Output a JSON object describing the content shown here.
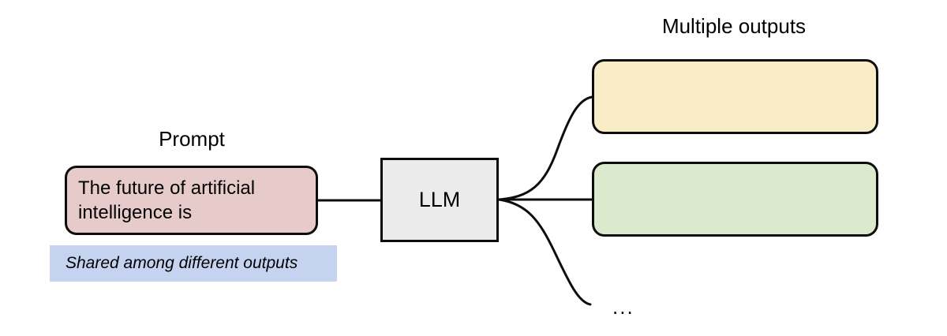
{
  "diagram": {
    "title_prompt": "Prompt",
    "title_outputs": "Multiple outputs",
    "prompt_text": "The future of artificial intelligence is",
    "shared_note": "Shared among different outputs",
    "llm_label": "LLM",
    "ellipsis": "...",
    "outputs": [
      {
        "label": ""
      },
      {
        "label": ""
      }
    ],
    "colors": {
      "prompt_fill": "#e7cbcb",
      "shared_note_fill": "#c6d3f0",
      "llm_fill": "#ebebeb",
      "output_1_fill": "#f9edc8",
      "output_2_fill": "#dbe9cc",
      "stroke": "#0d0d0d",
      "background": "#ffffff"
    }
  }
}
